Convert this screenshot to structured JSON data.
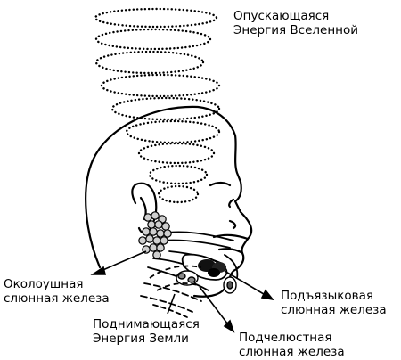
{
  "labels": {
    "descending_energy": [
      "Опускающаяся",
      "Энергия Вселенной"
    ],
    "parotid_gland": [
      "Околоушная",
      "слюнная железа"
    ],
    "ascending_energy": [
      "Поднимающаяся",
      "Энергия Земли"
    ],
    "sublingual_gland": [
      "Подъязыковая",
      "слюнная железа"
    ],
    "submandibular_gland": [
      "Подчелюстная",
      "слюнная железа"
    ]
  }
}
